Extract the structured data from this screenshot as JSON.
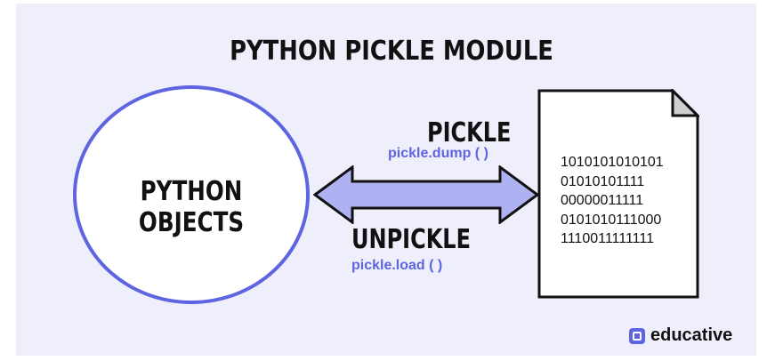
{
  "title": "PYTHON PICKLE MODULE",
  "left_node": {
    "label": "PYTHON OBJECTS"
  },
  "pickle": {
    "title": "PICKLE",
    "call": "pickle.dump ( )"
  },
  "unpickle": {
    "title": "UNPICKLE",
    "call": "pickle.load ( )"
  },
  "document": {
    "lines": [
      "1010101010101",
      "01010101111",
      "00000011111",
      "0101010111000",
      "1110011111111"
    ]
  },
  "brand": {
    "name": "educative",
    "icon": "educative-logo-icon"
  },
  "colors": {
    "accent": "#5f65e0",
    "arrow_fill": "#aeb2f2",
    "background": "#eeeffb"
  }
}
